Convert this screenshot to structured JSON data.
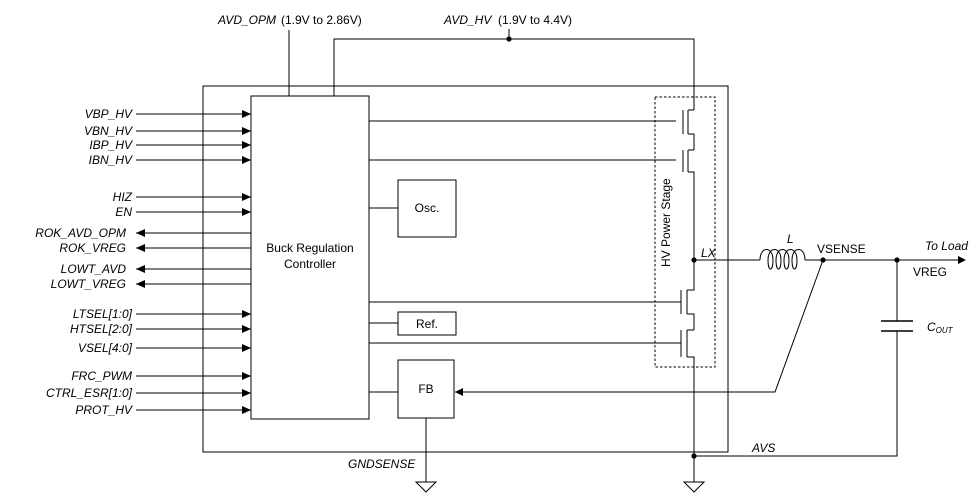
{
  "supplies": {
    "avd_opm": "AVD_OPM",
    "avd_opm_range": "(1.9V to 2.86V)",
    "avd_hv": "AVD_HV",
    "avd_hv_range": "(1.9V to 4.4V)"
  },
  "blocks": {
    "controller_line1": "Buck Regulation",
    "controller_line2": "Controller",
    "osc": "Osc.",
    "ref": "Ref.",
    "fb": "FB",
    "power_stage": "HV Power Stage"
  },
  "inputs": [
    {
      "label": "VBP_HV",
      "dir": "in"
    },
    {
      "label": "VBN_HV",
      "dir": "in"
    },
    {
      "label": "IBP_HV",
      "dir": "in"
    },
    {
      "label": "IBN_HV",
      "dir": "in"
    },
    {
      "label": "HIZ",
      "dir": "in"
    },
    {
      "label": "EN",
      "dir": "in"
    },
    {
      "label": "ROK_AVD_OPM",
      "dir": "out"
    },
    {
      "label": "ROK_VREG",
      "dir": "out"
    },
    {
      "label": "LOWT_AVD",
      "dir": "out"
    },
    {
      "label": "LOWT_VREG",
      "dir": "out"
    },
    {
      "label": "LTSEL[1:0]",
      "dir": "in"
    },
    {
      "label": "HTSEL[2:0]",
      "dir": "in"
    },
    {
      "label": "VSEL[4:0]",
      "dir": "in"
    },
    {
      "label": "FRC_PWM",
      "dir": "in"
    },
    {
      "label": "CTRL_ESR[1:0]",
      "dir": "in"
    },
    {
      "label": "PROT_HV",
      "dir": "in"
    }
  ],
  "nodes": {
    "lx": "LX",
    "inductor": "L",
    "vsense": "VSENSE",
    "to_load": "To Load",
    "vreg": "VREG",
    "cout_main": "C",
    "cout_sub": "OUT",
    "avs": "AVS",
    "gndsense": "GNDSENSE"
  }
}
